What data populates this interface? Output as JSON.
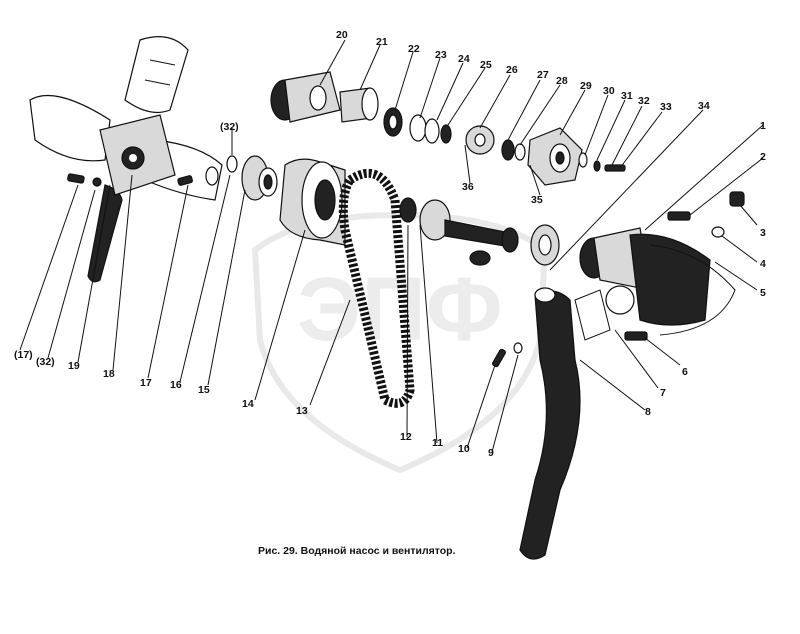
{
  "caption": "Рис. 29. Водяной насос и вентилятор.",
  "watermark": "ЭПФ",
  "labels": {
    "l1": "1",
    "l2": "2",
    "l3": "3",
    "l4": "4",
    "l5": "5",
    "l6": "6",
    "l7": "7",
    "l8": "8",
    "l9": "9",
    "l10": "10",
    "l11": "11",
    "l12": "12",
    "l13": "13",
    "l14": "14",
    "l15": "15",
    "l16": "16",
    "l17": "17",
    "l17b": "(17)",
    "l18": "18",
    "l19": "19",
    "l20": "20",
    "l21": "21",
    "l22": "22",
    "l23": "23",
    "l24": "24",
    "l25": "25",
    "l26": "26",
    "l27": "27",
    "l28": "28",
    "l29": "29",
    "l30": "30",
    "l31": "31",
    "l32": "32",
    "l32a": "(32)",
    "l32b": "(32)",
    "l33": "33",
    "l34": "34",
    "l35": "35",
    "l36": "36"
  }
}
